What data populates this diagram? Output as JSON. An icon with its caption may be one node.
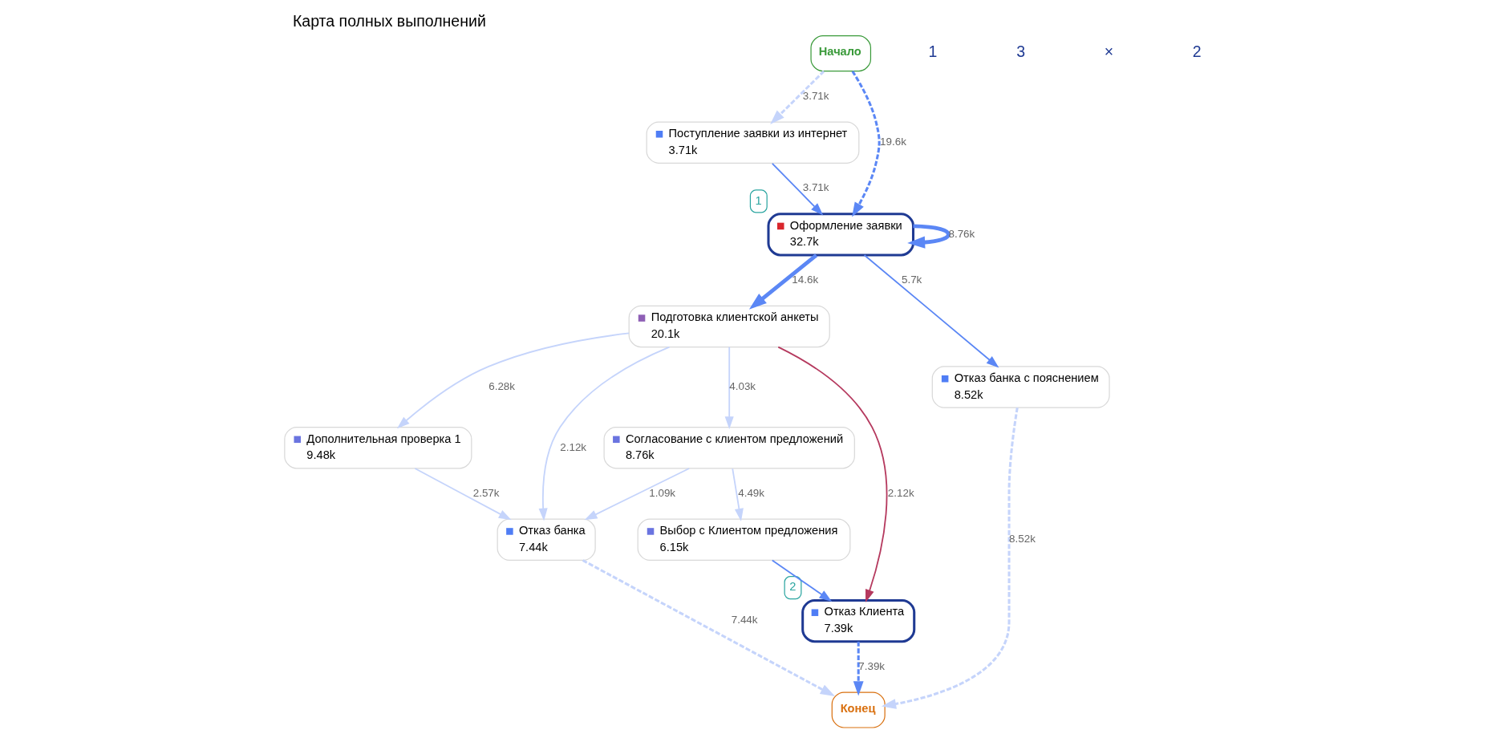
{
  "diagram": {
    "title": "Карта полных выполнений",
    "nodes": [
      {
        "text": [
          "Начало"
        ]
      },
      {
        "text": [
          "Поступление заявки из интернет",
          "3.71k"
        ]
      },
      {
        "text": [
          "Оформление заявки",
          "32.7k"
        ],
        "beside": [
          "1"
        ]
      },
      {
        "text": [
          "Подготовка клиентской анкеты",
          "20.1k"
        ]
      },
      {
        "text": [
          "Согласование с клиентом предложений",
          "8.76k"
        ]
      },
      {
        "text": [
          "Дополнительная проверка 1",
          "9.48k"
        ]
      },
      {
        "text": [
          "Выбор с Клиентом предложения",
          "6.15k"
        ]
      },
      {
        "text": [
          "Отказ банка с пояснением",
          "8.52k"
        ]
      },
      {
        "text": [
          "Отказ Клиента",
          "7.39k"
        ],
        "beside": [
          "2"
        ]
      },
      {
        "text": [
          "Отказ банка",
          "7.44k"
        ]
      },
      {
        "text": [
          "Конец"
        ]
      }
    ],
    "edges": [
      {
        "from": 0,
        "to": 1,
        "arrow": "to",
        "label": "3.71k",
        "style": "dashed"
      },
      {
        "from": 0,
        "to": 2,
        "arrow": "to",
        "label": "19.6k",
        "style": "dashed",
        "color": "#5b87f5"
      },
      {
        "from": 1,
        "to": 2,
        "arrow": "to",
        "label": "3.71k",
        "color": "#5b87f5"
      },
      {
        "from": 2,
        "to": 2,
        "arrow": "to",
        "label": "8.76k",
        "style": "thick",
        "color": "#5b87f5"
      },
      {
        "from": 2,
        "to": 3,
        "arrow": "to",
        "label": "14.6k",
        "style": "thick",
        "color": "#5b87f5"
      },
      {
        "from": 2,
        "to": 7,
        "arrow": "to",
        "label": "5.7k",
        "color": "#5b87f5"
      },
      {
        "from": 3,
        "to": 4,
        "arrow": "to",
        "label": "4.03k"
      },
      {
        "from": 3,
        "to": 5,
        "arrow": "to",
        "label": "6.28k"
      },
      {
        "from": 3,
        "to": 8,
        "arrow": "to",
        "label": "2.12k",
        "color": "#b5395e"
      },
      {
        "from": 3,
        "to": 9,
        "arrow": "to",
        "label": "2.12k"
      },
      {
        "from": 4,
        "to": 6,
        "arrow": "to",
        "label": "4.49k"
      },
      {
        "from": 4,
        "to": 9,
        "arrow": "to",
        "label": "1.09k"
      },
      {
        "from": 5,
        "to": 9,
        "arrow": "to",
        "label": "2.57k"
      },
      {
        "from": 6,
        "to": 8,
        "arrow": "to",
        "color": "#5b87f5"
      },
      {
        "from": 7,
        "to": 10,
        "arrow": "to",
        "label": "8.52k",
        "style": "dashed"
      },
      {
        "from": 8,
        "to": 10,
        "arrow": "to",
        "label": "7.39k",
        "style": "dashed",
        "color": "#5b87f5"
      },
      {
        "from": 9,
        "to": 10,
        "arrow": "to",
        "label": "7.44k",
        "style": "dashed"
      }
    ],
    "labels": [
      "1",
      "3",
      "×",
      "2"
    ]
  }
}
